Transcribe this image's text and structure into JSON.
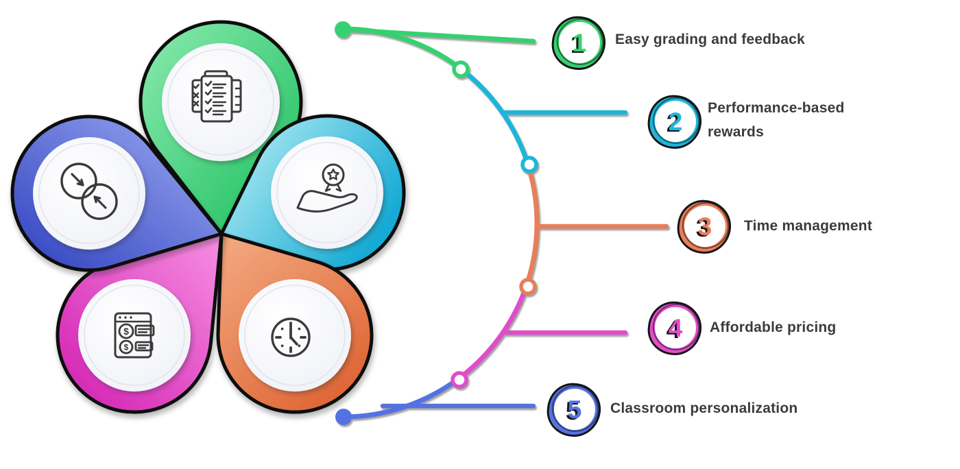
{
  "diagram_title": "Five-petal options infographic",
  "background": "#ffffff",
  "text_color": "#3b3b3b",
  "outline_color": "#101010",
  "items": [
    {
      "number": "1",
      "label": "Easy grading and feedback",
      "color": "#36d16f",
      "petal_light": "#8ceab0",
      "petal_dark": "#17bd5a",
      "icon": "survey-checklist-icon"
    },
    {
      "number": "2",
      "label": "Performance-based rewards",
      "color": "#1fb6d9",
      "petal_light": "#c0f2f5",
      "petal_dark": "#12a9d4",
      "icon": "award-hand-icon"
    },
    {
      "number": "3",
      "label": "Time management",
      "color": "#e87e5a",
      "petal_light": "#f2a47c",
      "petal_dark": "#dc5f2d",
      "icon": "clock-icon"
    },
    {
      "number": "4",
      "label": "Affordable pricing",
      "color": "#e04ecb",
      "petal_light": "#f78fe2",
      "petal_dark": "#d01cb0",
      "icon": "billing-icon"
    },
    {
      "number": "5",
      "label": "Classroom personalization",
      "color": "#5572e2",
      "petal_light": "#9fadf3",
      "petal_dark": "#2e40bf",
      "icon": "venn-merge-icon"
    }
  ]
}
